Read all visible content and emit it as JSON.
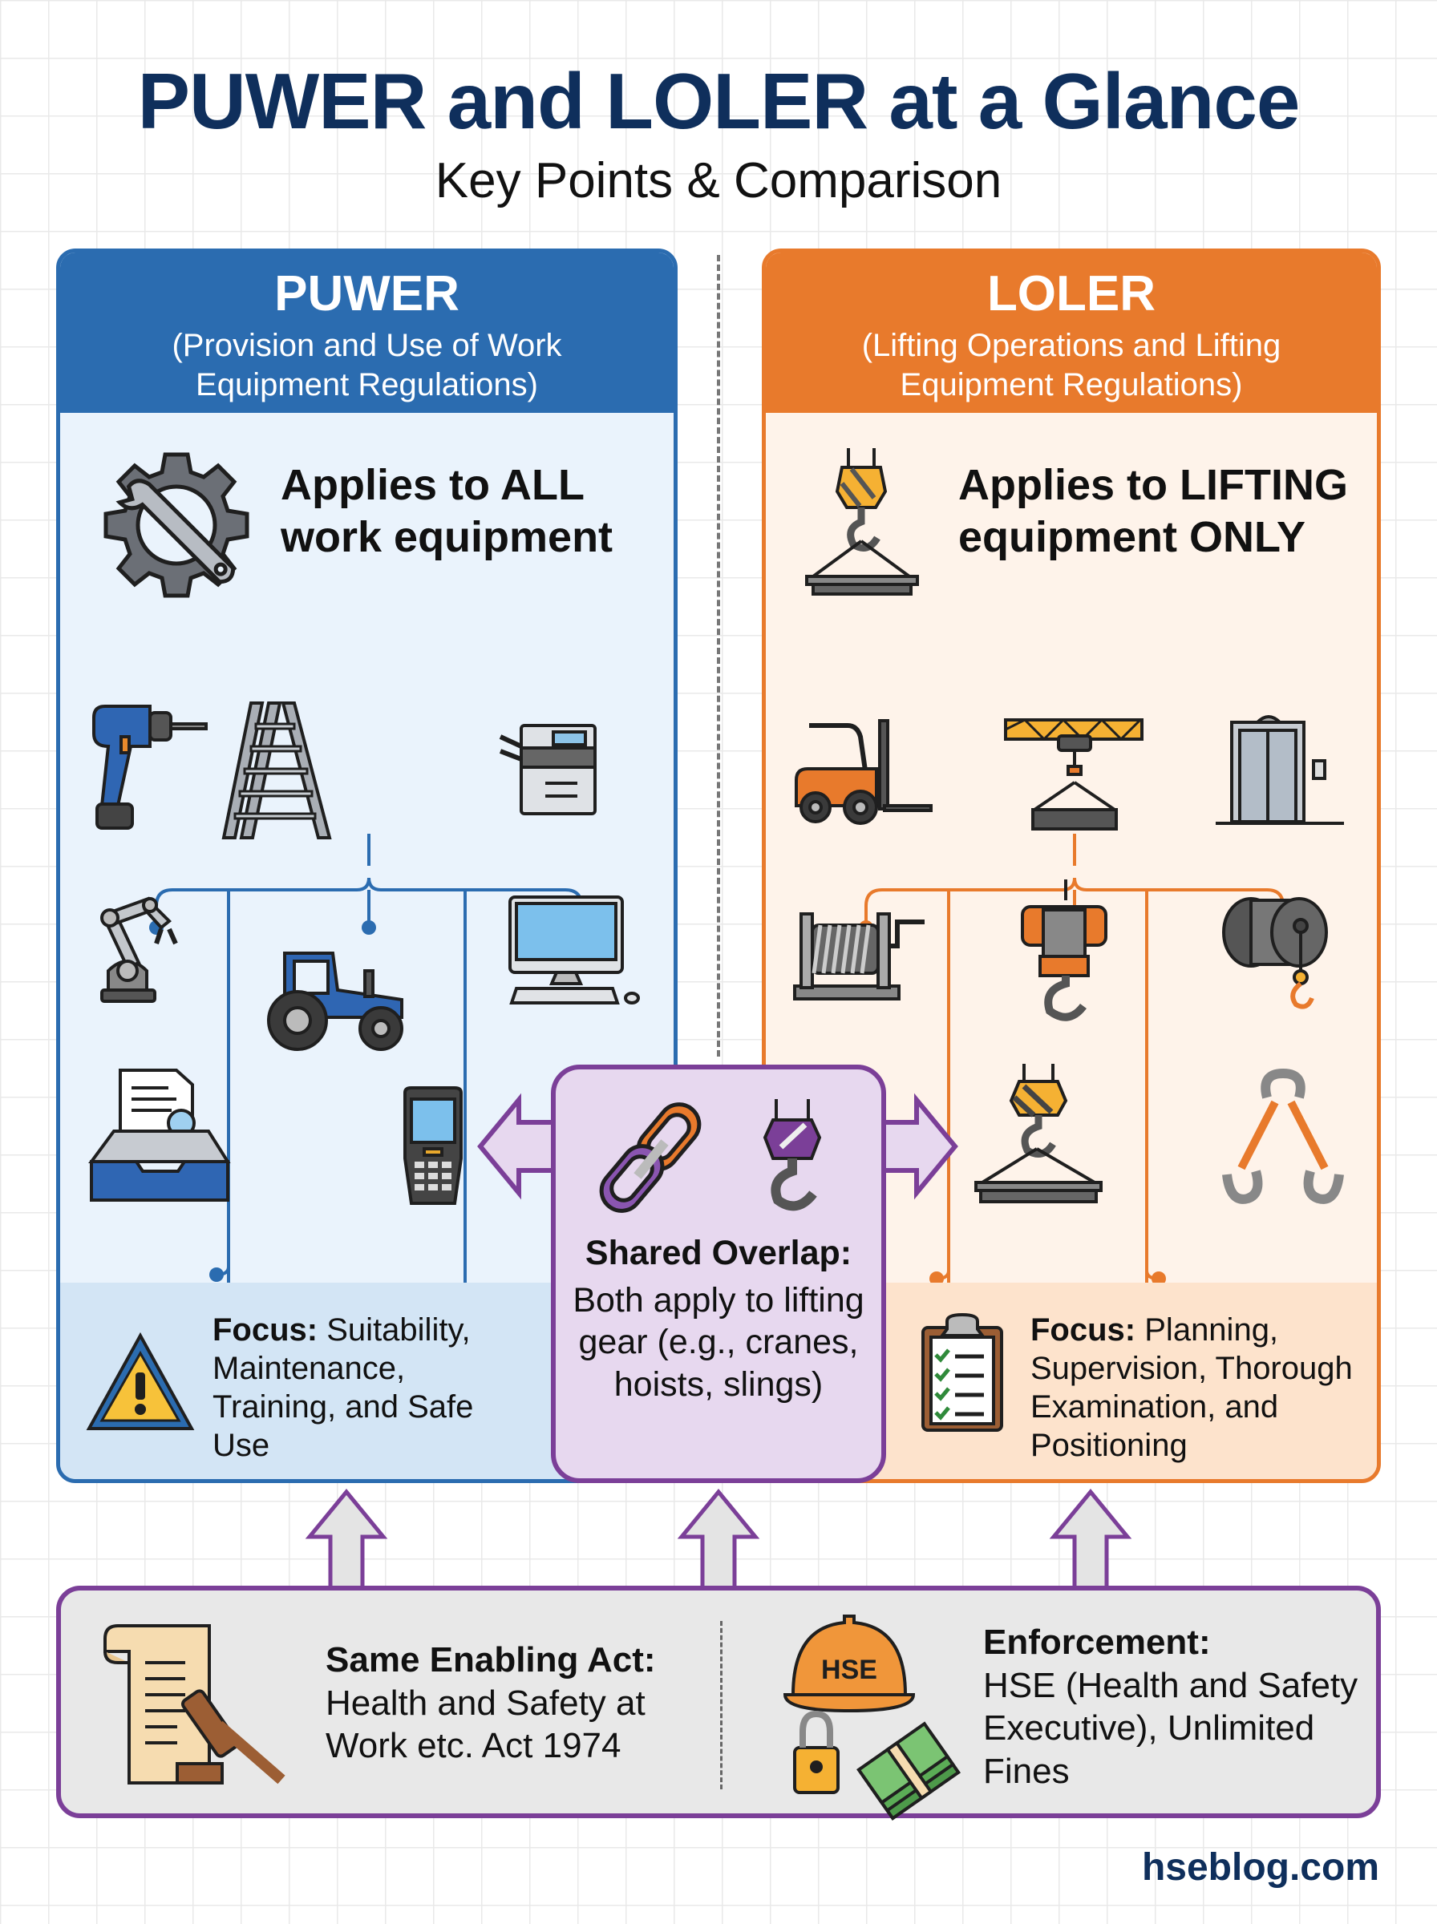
{
  "header": {
    "title": "PUWER and LOLER at a Glance",
    "subtitle": "Key Points & Comparison"
  },
  "colors": {
    "puwer_accent": "#2b6cb0",
    "loler_accent": "#e87a2c",
    "overlap_accent": "#7b3f98",
    "title_navy": "#0f2f5c"
  },
  "puwer": {
    "abbr": "PUWER",
    "full_name": "(Provision and Use of Work Equipment Regulations)",
    "applies": "Applies to ALL work equipment",
    "header_icon": "gear-wrench-icon",
    "equipment_icons": [
      "cordless-drill-icon",
      "stepladder-icon",
      "photocopier-icon",
      "robotic-arm-icon",
      "tractor-icon",
      "desktop-computer-icon",
      "document-scanner-tray-icon",
      "handheld-scanner-icon"
    ],
    "focus_label": "Focus:",
    "focus_text": "Suitability, Maintenance, Training, and Safe Use",
    "focus_icon": "warning-triangle-icon"
  },
  "loler": {
    "abbr": "LOLER",
    "full_name": "(Lifting Operations and Lifting Equipment Regulations)",
    "applies": "Applies to LIFTING equipment ONLY",
    "header_icon": "crane-hook-load-icon",
    "equipment_icons": [
      "forklift-icon",
      "overhead-gantry-crane-icon",
      "passenger-lift-icon",
      "winch-icon",
      "electric-hoist-icon",
      "cable-reel-hook-icon",
      "crane-hook-load-icon",
      "lifting-sling-shackles-icon"
    ],
    "focus_label": "Focus:",
    "focus_text": "Planning, Supervision, Thorough Examination, and Positioning",
    "focus_icon": "checklist-clipboard-icon"
  },
  "overlap": {
    "title": "Shared Overlap:",
    "body": "Both apply to lifting gear (e.g., cranes, hoists, slings)",
    "icons": [
      "chain-links-icon",
      "hoist-hook-icon"
    ]
  },
  "bottom": {
    "act_title": "Same Enabling Act:",
    "act_text": "Health and Safety at Work etc. Act 1974",
    "enforcement_title": "Enforcement:",
    "enforcement_text": "HSE (Health and Safety Executive), Unlimited Fines",
    "helmet_label": "HSE"
  },
  "footer": {
    "brand": "hseblog.com"
  }
}
